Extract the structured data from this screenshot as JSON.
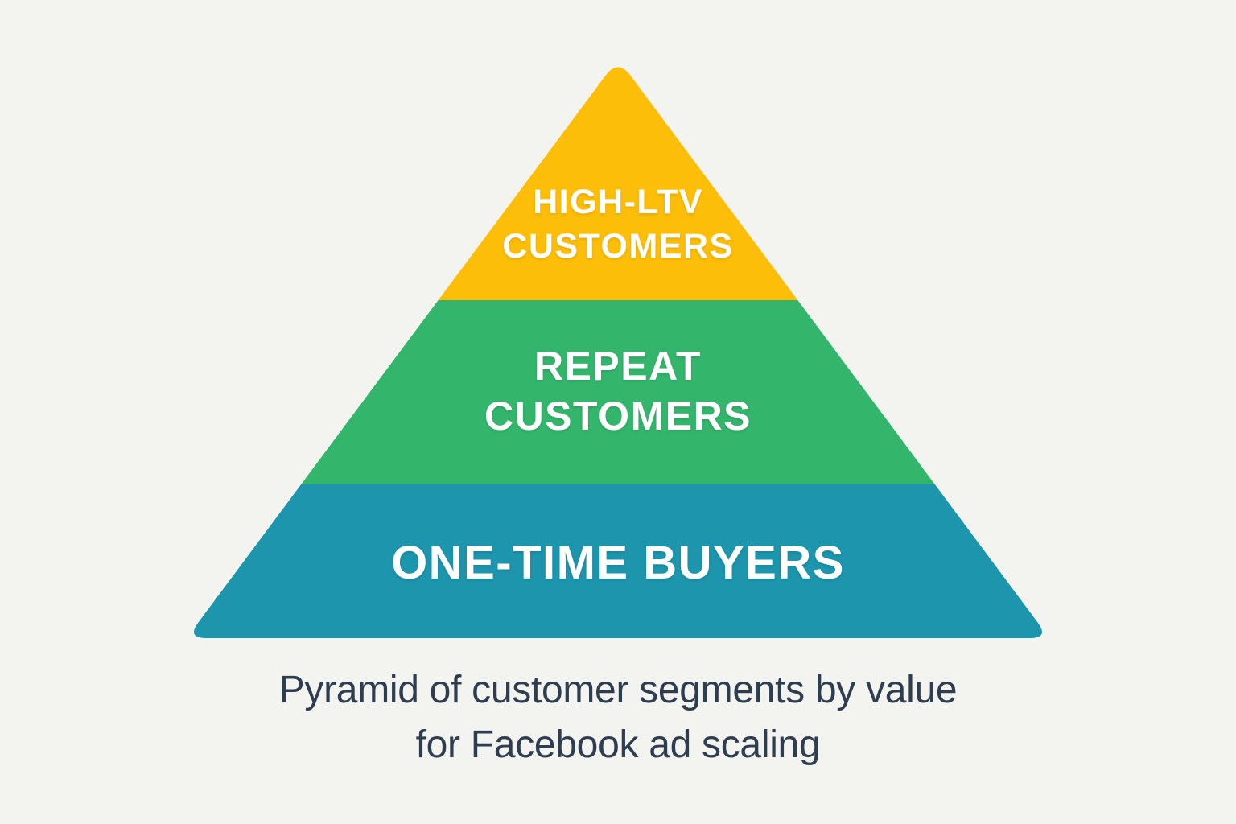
{
  "title": "Pyramid of customer segments by value for Facebook ad scaling",
  "colors": {
    "background": "#F3F4F0",
    "tier_top_yellow": "#FCBE08",
    "tier_middle_green": "#34B56C",
    "tier_bottom_teal": "#1C95AD",
    "tier_text": "#FFFFFF",
    "caption_text": "#2E3D4F"
  },
  "pyramid": {
    "tiers": [
      {
        "id": "high-ltv-customers",
        "color": "#FCBE08",
        "lines": [
          "HIGH-LTV",
          "CUSTOMERS"
        ]
      },
      {
        "id": "repeat-customers",
        "color": "#34B56C",
        "lines": [
          "REPEAT",
          "CUSTOMERS"
        ]
      },
      {
        "id": "one-time-buyers",
        "color": "#1C95AD",
        "lines": [
          "ONE-TIME BUYERS"
        ]
      }
    ]
  },
  "caption": {
    "lines": [
      "Pyramid of customer segments by value",
      "for Facebook ad scaling"
    ]
  }
}
